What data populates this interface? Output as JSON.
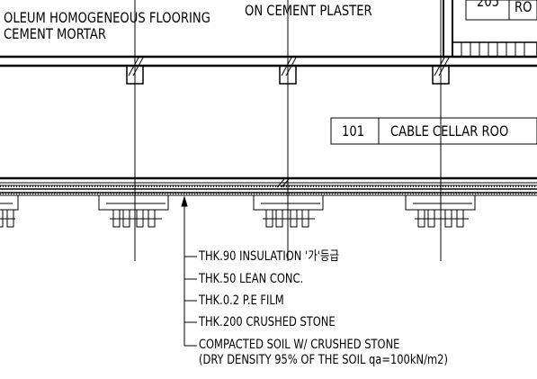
{
  "notes": {
    "top_left_line1": "OLEUM HOMOGENEOUS FLOORING",
    "top_left_line2": "CEMENT MORTAR",
    "top_mid": "ON CEMENT PLASTER",
    "room_205_no": "205",
    "room_205_name": "RO"
  },
  "room_tag": {
    "number": "101",
    "name": "CABLE CELLAR ROO"
  },
  "layers": [
    "THK.90 INSULATION '가'등급",
    "THK.50 LEAN CONC.",
    "THK.0.2 P.E FILM",
    "THK.200 CRUSHED STONE",
    "COMPACTED SOIL W/ CRUSHED STONE",
    "(DRY DENSITY 95% OF THE SOIL qa=100kN/m2)"
  ],
  "colors": {
    "line": "#000000",
    "background": "#ffffff"
  }
}
